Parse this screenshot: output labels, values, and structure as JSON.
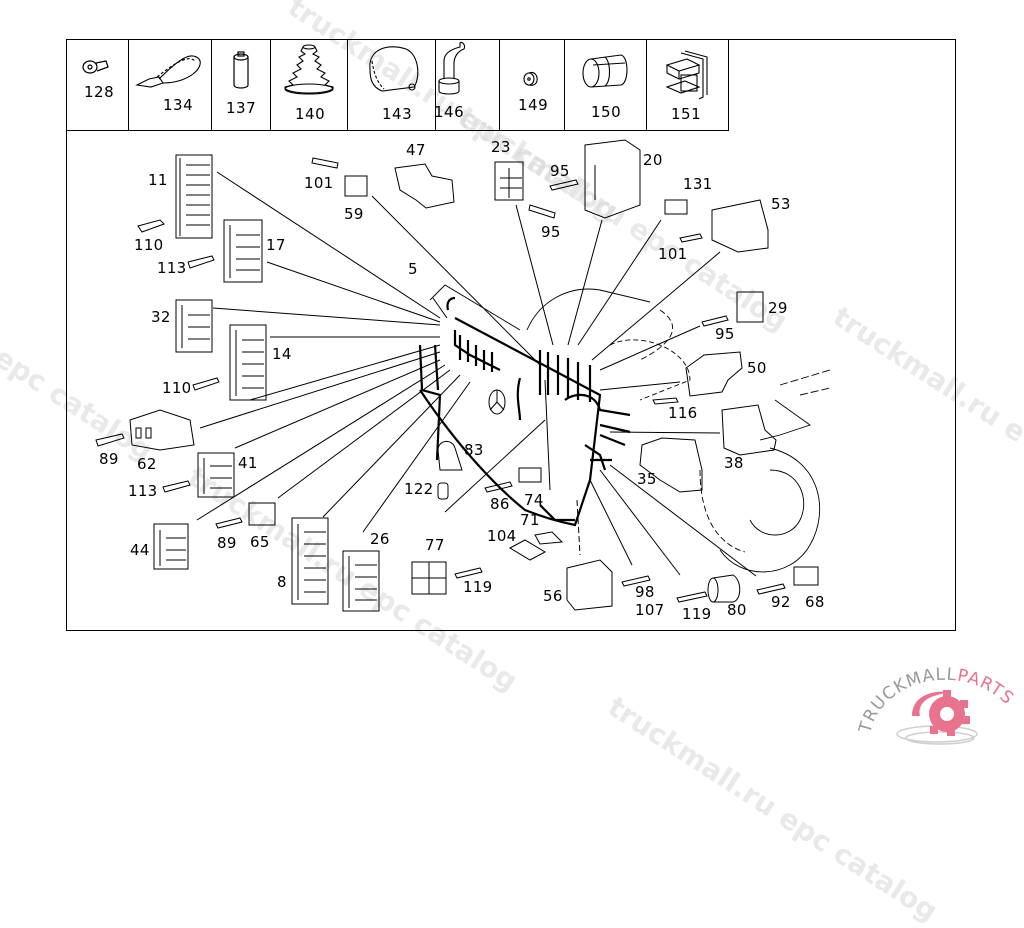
{
  "header_parts": [
    {
      "number": "128",
      "icon": "ring-terminal-icon"
    },
    {
      "number": "134",
      "icon": "cable-tie-icon"
    },
    {
      "number": "137",
      "icon": "cylinder-sleeve-icon"
    },
    {
      "number": "140",
      "icon": "rubber-boot-icon"
    },
    {
      "number": "143",
      "icon": "protective-cap-icon"
    },
    {
      "number": "146",
      "icon": "elbow-grommet-icon"
    },
    {
      "number": "149",
      "icon": "grommet-plug-icon"
    },
    {
      "number": "150",
      "icon": "cap-sleeve-icon"
    },
    {
      "number": "151",
      "icon": "bracket-holder-icon"
    }
  ],
  "callouts": {
    "c11": "11",
    "c110a": "110",
    "c113a": "113",
    "c17": "17",
    "c32": "32",
    "c14": "14",
    "c110b": "110",
    "c89a": "89",
    "c62": "62",
    "c113b": "113",
    "c41": "41",
    "c44": "44",
    "c89b": "89",
    "c65": "65",
    "c8": "8",
    "c26": "26",
    "c101a": "101",
    "c59": "59",
    "c47": "47",
    "c5": "5",
    "c23": "23",
    "c95a": "95",
    "c95b": "95",
    "c20": "20",
    "c131": "131",
    "c53": "53",
    "c101b": "101",
    "c29": "29",
    "c95c": "95",
    "c50": "50",
    "c116": "116",
    "c38": "38",
    "c35": "35",
    "c83": "83",
    "c122": "122",
    "c86": "86",
    "c74": "74",
    "c71": "71",
    "c104": "104",
    "c77": "77",
    "c119a": "119",
    "c56": "56",
    "c98": "98",
    "c107": "107",
    "c119b": "119",
    "c80": "80",
    "c92": "92",
    "c68": "68"
  },
  "watermarks": [
    "truckmall.ru epc catalog",
    "truckmall.ru epc catalog",
    "truckmall.ru epc catalog",
    "truckmall.ru epc catalog",
    "truckmall.ru e",
    "l epc catalog"
  ],
  "logo": {
    "text_dark": "TRUCKMALL",
    "text_accent": "PARTS",
    "accent_color": "#e8738f",
    "dark_color": "#999999"
  }
}
